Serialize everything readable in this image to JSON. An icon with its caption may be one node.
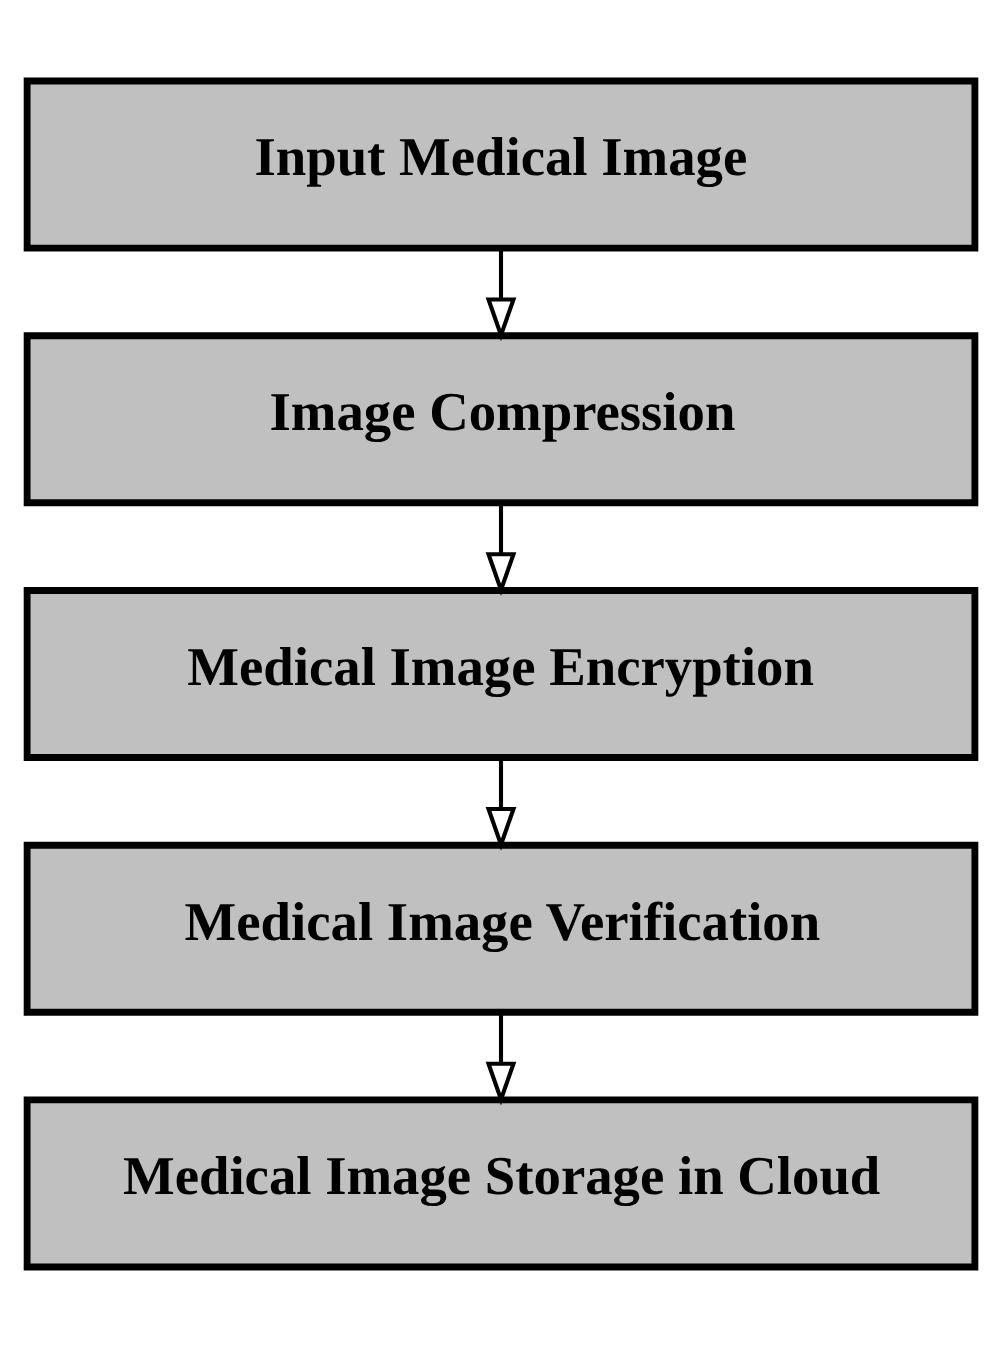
{
  "diagram": {
    "nodes": [
      {
        "text": [
          "Input Medical Image"
        ]
      },
      {
        "text": [
          "Image Compression"
        ]
      },
      {
        "text": [
          "Medical Image Encryption"
        ]
      },
      {
        "text": [
          "Medical Image Verification"
        ]
      },
      {
        "text": [
          "Medical Image Storage in Cloud"
        ]
      }
    ],
    "edges": [
      {
        "from": 0,
        "to": 1,
        "arrow": "to"
      },
      {
        "from": 1,
        "to": 2,
        "arrow": "to"
      },
      {
        "from": 2,
        "to": 3,
        "arrow": "to"
      },
      {
        "from": 3,
        "to": 4,
        "arrow": "to"
      }
    ]
  }
}
